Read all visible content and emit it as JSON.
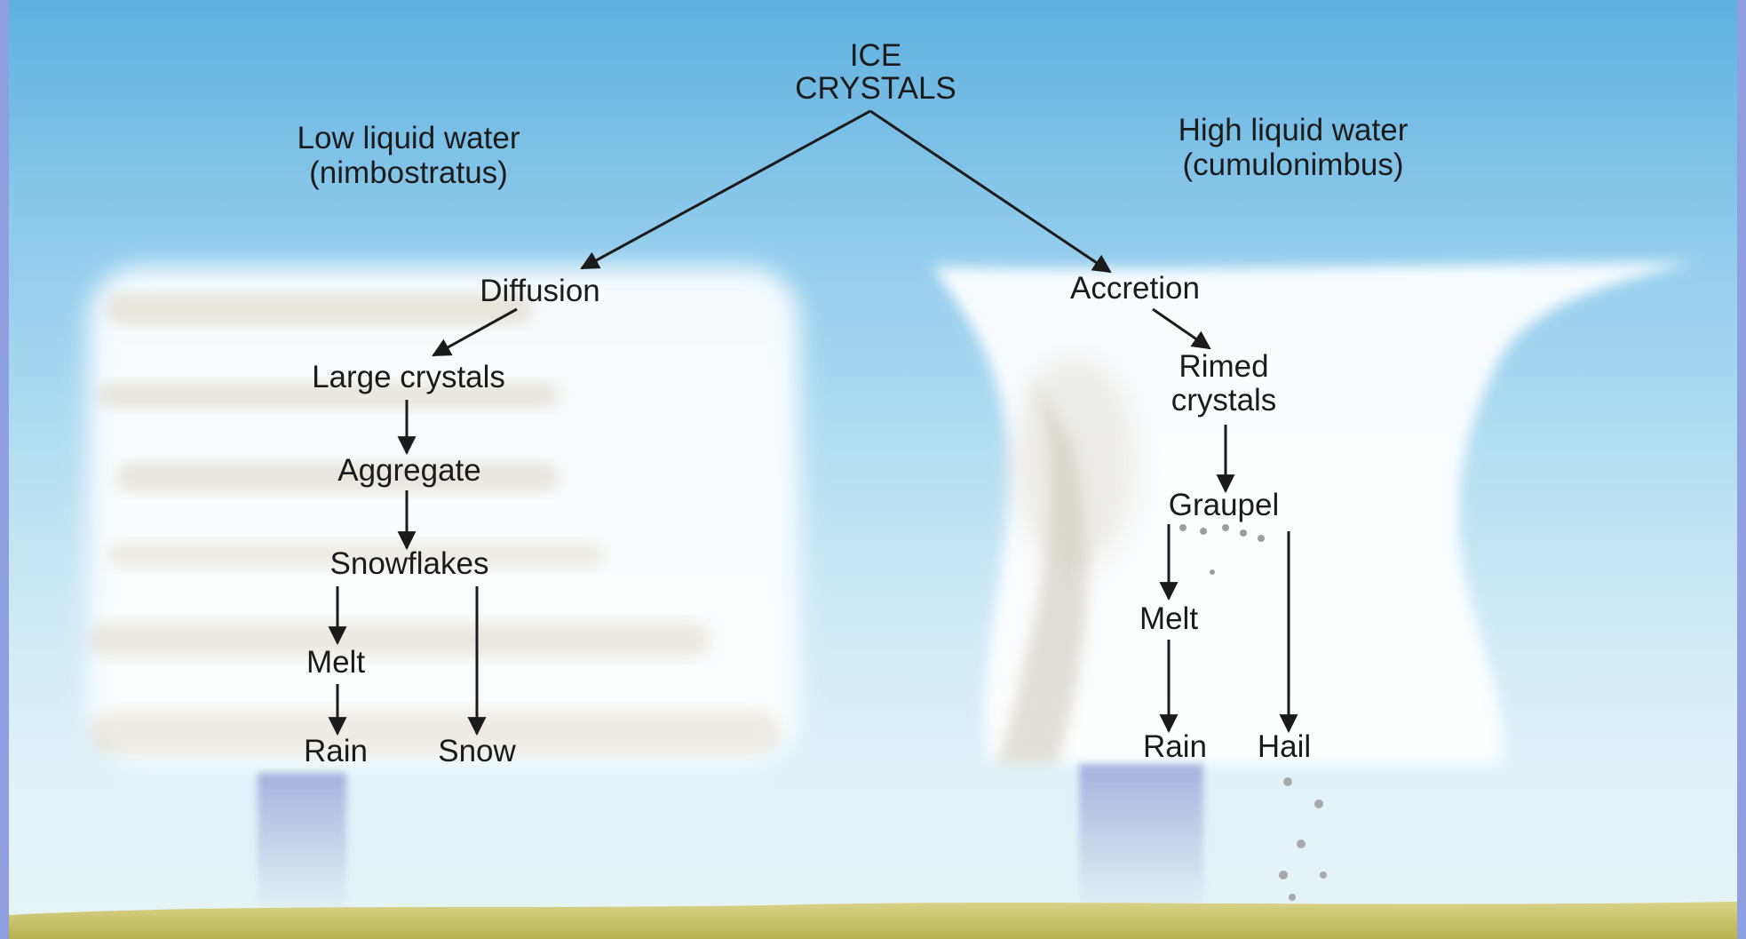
{
  "diagram": {
    "root": "ICE\nCRYSTALS",
    "left_branch": {
      "header": "Low liquid water\n(nimbostratus)",
      "process": "Diffusion",
      "steps": [
        "Large crystals",
        "Aggregate",
        "Snowflakes",
        "Melt",
        "Rain",
        "Snow"
      ]
    },
    "right_branch": {
      "header": "High liquid water\n(cumulonimbus)",
      "process": "Accretion",
      "steps": [
        "Rimed\ncrystals",
        "Graupel",
        "Melt",
        "Rain",
        "Hail"
      ]
    }
  },
  "colors": {
    "sky_top": "#5fb0e0",
    "sky_bottom": "#e8f4f6",
    "cloud": "#ffffff",
    "ground": "#c9c46a",
    "arrow": "#1b1b1b",
    "rain": "#7c7cc8"
  }
}
